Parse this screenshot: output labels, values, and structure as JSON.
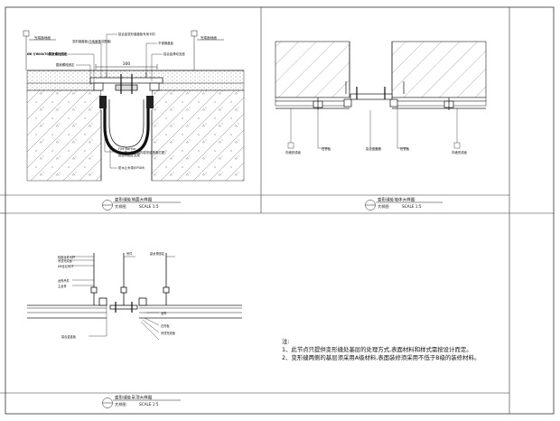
{
  "colors": {
    "line": "#222222",
    "hatch": "#555555",
    "frame": "#333333",
    "accent_red": "#cc2222"
  },
  "detail_1": {
    "title": "变形缝处地面大样图",
    "subtitle": "大样图",
    "scale": "SCALE 1:5",
    "dimension": "300",
    "labels": {
      "finish_left": "完成面地面",
      "finish_right": "完成面地面",
      "cover_plate": "铝合金变形缝盖板专用卡扣",
      "stainless": "不锈钢盖板",
      "cover_assembly": "变形缝盖板(与地面做法配套)",
      "slider": "铝合金滑动支座",
      "anchor": "膨胀螺栓固定",
      "spec_left": "Ø6 @600x70膨胀螺栓固定",
      "bracket": "铝型材固定支架",
      "fire_barrier": "Fire Barrier",
      "fire_barrier_cn": "防火阻火带",
      "fire_barrier_note": "(与结构变形缝宽度匹配)",
      "water_stop": "防水止水带(EPDM)"
    }
  },
  "detail_2": {
    "title": "变形缝处墙体大样图",
    "subtitle": "大样图",
    "scale": "SCALE 1:5",
    "labels": {
      "finish_left": "内墙完成面",
      "center": "铝合金盖板",
      "board": "石膏板",
      "finish_right": "内墙完成面"
    }
  },
  "detail_3": {
    "title": "变形缝处吊顶大样图",
    "subtitle": "大样图",
    "scale": "SCALE 1:5",
    "labels": {
      "hanger": "轻钢龙骨吊杆",
      "finish_top": "吊顶完成面",
      "spec_rod": "Ø8全丝吊杆",
      "clip": "龙骨吊件",
      "main_keel": "主龙骨",
      "suspension": "吊件",
      "keel_fix": "副龙骨固定",
      "cover": "铝合金盖板",
      "keel": "龙骨",
      "board": "石膏板",
      "finish_bottom": "吊顶完成面"
    }
  },
  "notes": {
    "heading": "注:",
    "items": [
      "1、此节点只提供变形缝处基层的处理方式,表面材料和样式需按设计而定。",
      "2、变形缝两侧的基层须采用A级材料,表面装修须采用不低于B级的装修材料。"
    ]
  }
}
